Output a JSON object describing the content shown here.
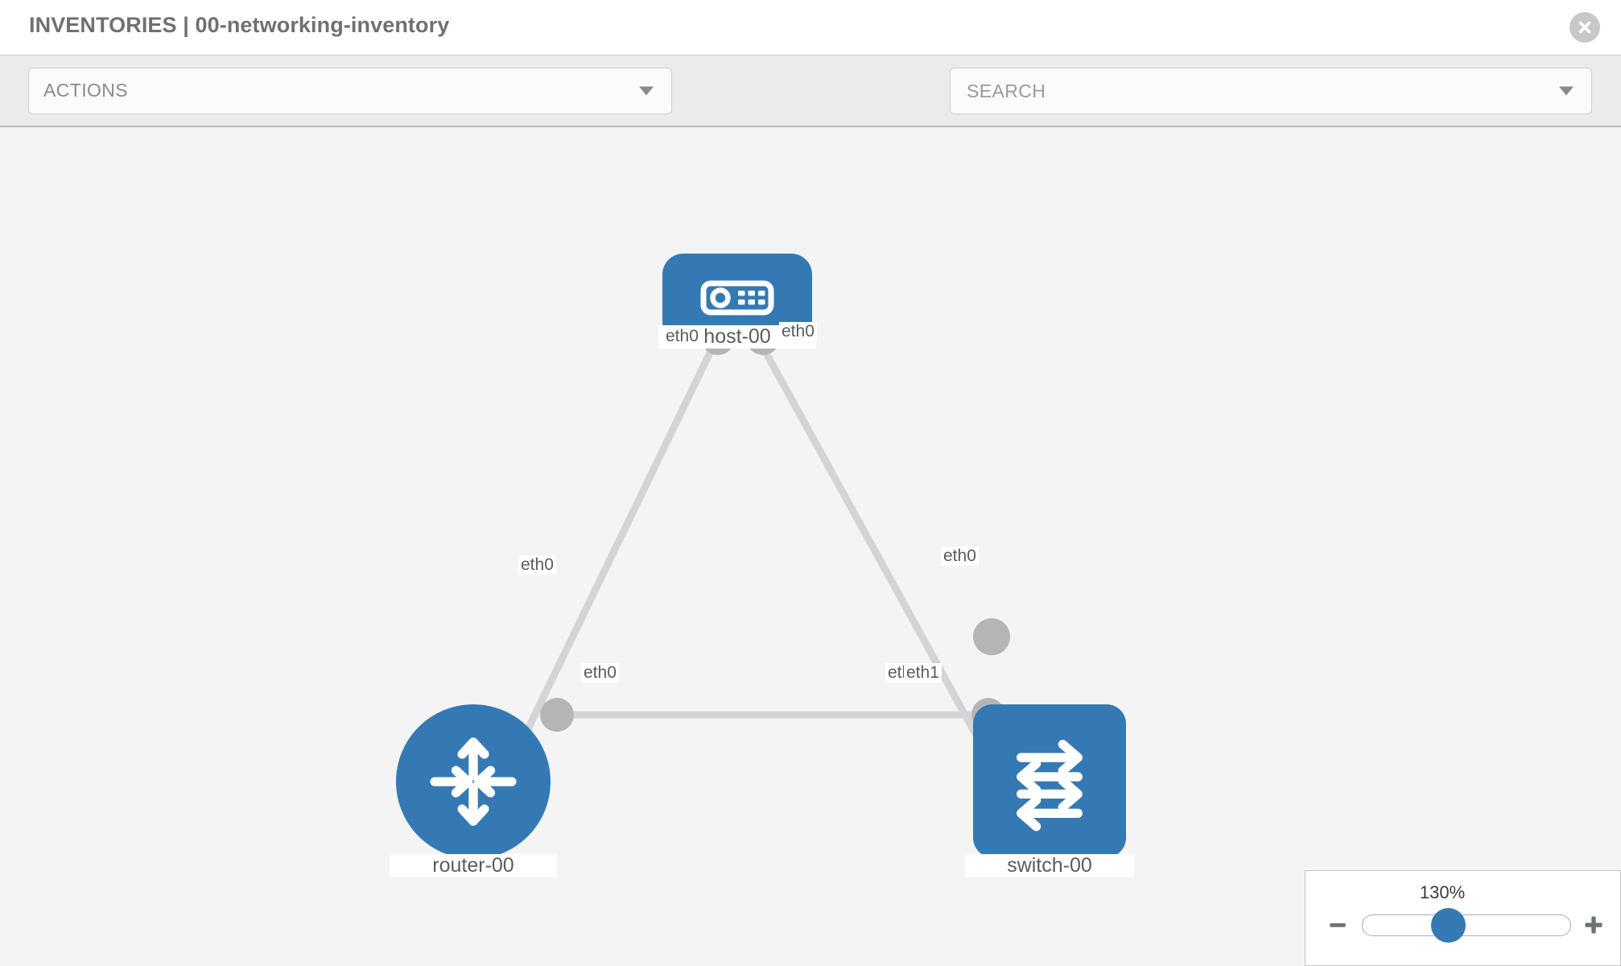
{
  "header": {
    "title": "INVENTORIES | 00-networking-inventory",
    "close_icon": "close-circle-icon"
  },
  "toolbar": {
    "actions_label": "ACTIONS",
    "actions_caret_icon": "chevron-down-icon",
    "wrench_icon": "wrench-icon",
    "key_icon": "key-icon",
    "search_placeholder": "SEARCH",
    "search_value": "",
    "search_caret_icon": "chevron-down-icon"
  },
  "topology": {
    "nodes": [
      {
        "id": "host-00",
        "label": "host-00",
        "type": "host",
        "icon": "server-icon",
        "shape": "rounded-rect",
        "color": "#3579b4"
      },
      {
        "id": "router-00",
        "label": "router-00",
        "type": "router",
        "icon": "router-arrows-icon",
        "shape": "circle",
        "color": "#3579b4"
      },
      {
        "id": "switch-00",
        "label": "switch-00",
        "type": "switch",
        "icon": "switch-arrows-icon",
        "shape": "rounded-square",
        "color": "#3579b4"
      }
    ],
    "links": [
      {
        "from": "host-00",
        "to": "router-00",
        "from_iface": "eth0",
        "to_iface": "eth0"
      },
      {
        "from": "host-00",
        "to": "switch-00",
        "from_iface": "eth0",
        "to_iface": "eth0"
      },
      {
        "from": "router-00",
        "to": "switch-00",
        "from_iface": "eth0",
        "to_iface": "eth1"
      }
    ],
    "interface_labels": {
      "host_left": "eth0",
      "host_right": "eth0",
      "router_up": "eth0",
      "switch_up": "eth0",
      "router_right": "eth0",
      "switch_left_a": "eth",
      "switch_left_b": "eth1"
    },
    "edge_color": "#d4d4d4",
    "connector_color": "#b5b5b5"
  },
  "zoom": {
    "level": "130%",
    "minus_icon": "minus-icon",
    "plus_icon": "plus-icon",
    "slider_name": "zoom-slider"
  }
}
